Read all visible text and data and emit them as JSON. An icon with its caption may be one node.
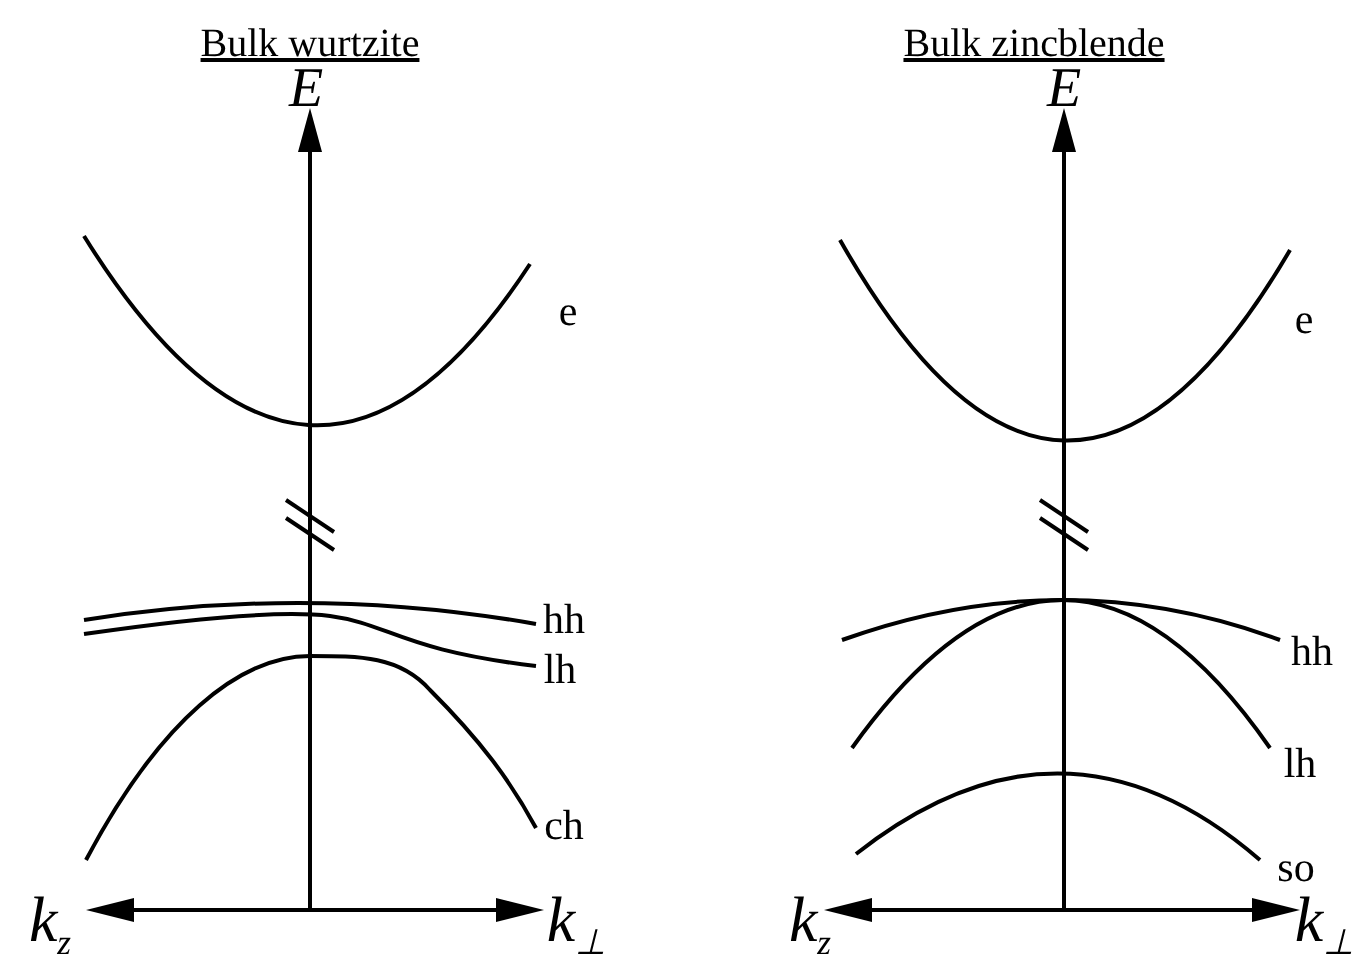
{
  "diagram": {
    "labels": [
      "Bulk wurtzite",
      "Bulk zincblende",
      "E",
      "E",
      "e",
      "e",
      "hh",
      "hh",
      "lh",
      "lh",
      "ch",
      "so",
      "k$_{z}$",
      "k$_{⊥}$",
      "k$_{z}$",
      "k$_{⊥}$"
    ]
  }
}
